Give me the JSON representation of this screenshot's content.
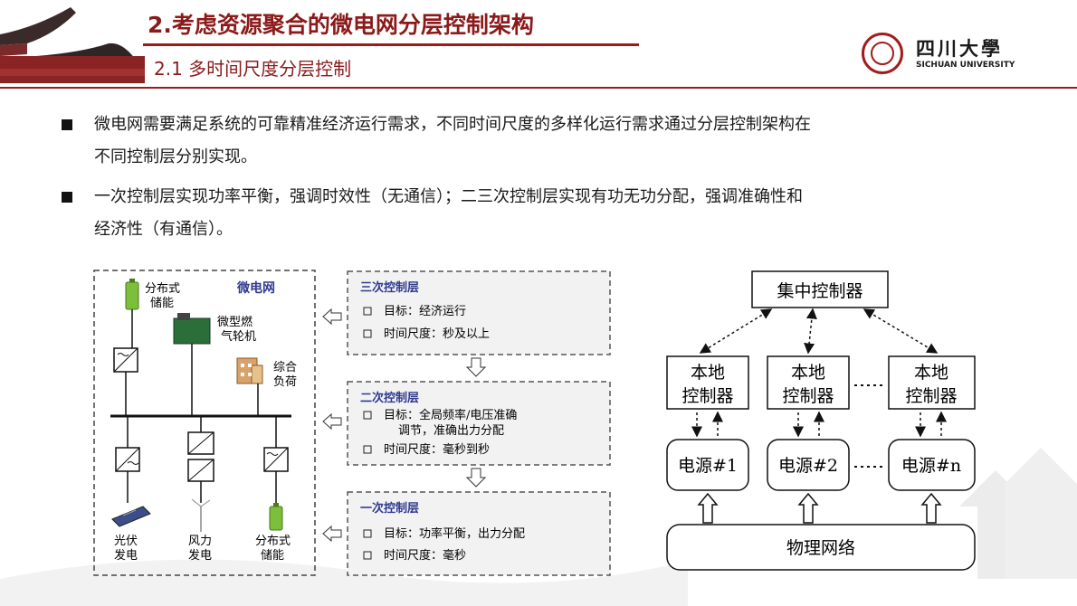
{
  "header": {
    "title": "2.考虑资源聚合的微电网分层控制架构",
    "subtitle": "2.1 多时间尺度分层控制"
  },
  "logo": {
    "name_cn": "四川大學",
    "name_en": "SICHUAN UNIVERSITY"
  },
  "bullets": [
    {
      "line1": "微电网需要满足系统的可靠精准经济运行需求，不同时间尺度的多样化运行需求通过分层控制架构在",
      "line2": "不同控制层分别实现。"
    },
    {
      "line1": "一次控制层实现功率平衡，强调时效性（无通信）；二三次控制层实现有功无功分配，强调准确性和",
      "line2": "经济性（有通信）。"
    }
  ],
  "microgrid": {
    "title": "微电网",
    "storage_top": [
      "分布式",
      "储能"
    ],
    "turbine": [
      "微型燃",
      "气轮机"
    ],
    "load": [
      "综合",
      "负荷"
    ],
    "pv": [
      "光伏",
      "发电"
    ],
    "wind": [
      "风力",
      "发电"
    ],
    "storage_bottom": [
      "分布式",
      "储能"
    ]
  },
  "layers": [
    {
      "title": "三次控制层",
      "items": [
        [
          "目标：经济运行"
        ],
        [
          "时间尺度：秒及以上"
        ]
      ]
    },
    {
      "title": "二次控制层",
      "items": [
        [
          "目标：全局频率/电压准确",
          "调节，准确出力分配"
        ],
        [
          "时间尺度：毫秒到秒"
        ]
      ]
    },
    {
      "title": "一次控制层",
      "items": [
        [
          "目标：功率平衡，出力分配"
        ],
        [
          "时间尺度：毫秒"
        ]
      ]
    }
  ],
  "hierarchy": {
    "central": "集中控制器",
    "local": [
      [
        "本地",
        "控制器"
      ],
      [
        "本地",
        "控制器"
      ],
      [
        "本地",
        "控制器"
      ]
    ],
    "sources": [
      "电源#1",
      "电源#2",
      "电源#n"
    ],
    "network": "物理网络"
  },
  "colors": {
    "brand": "#8b1a1a",
    "layer_title": "#2f3a8f",
    "panel_bg": "#f2f2f2"
  }
}
